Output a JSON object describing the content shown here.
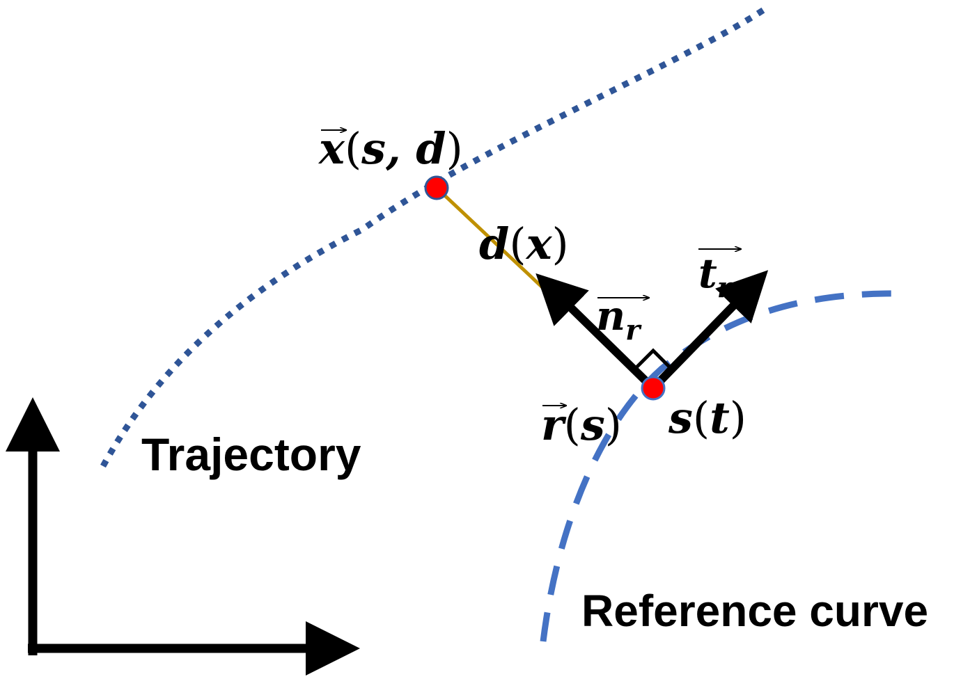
{
  "labels": {
    "trajectory": "Trajectory",
    "reference_curve": "Reference curve",
    "x_s_d": {
      "vec": "x",
      "args": "s, d"
    },
    "d_x": {
      "fn": "d",
      "args": "x"
    },
    "n_r": {
      "base": "n",
      "sub": "r"
    },
    "t_r": {
      "base": "t",
      "sub": "r"
    },
    "r_s": {
      "vec": "r",
      "args": "s"
    },
    "s_t": {
      "fn": "s",
      "args": "t"
    }
  },
  "colors": {
    "trajectory": "#2f5597",
    "reference_curve": "#4472c4",
    "distance": "#bf9000",
    "point_fill": "#ff0000",
    "point_stroke": "#2f5597",
    "vectors": "#000000",
    "axes": "#000000"
  }
}
